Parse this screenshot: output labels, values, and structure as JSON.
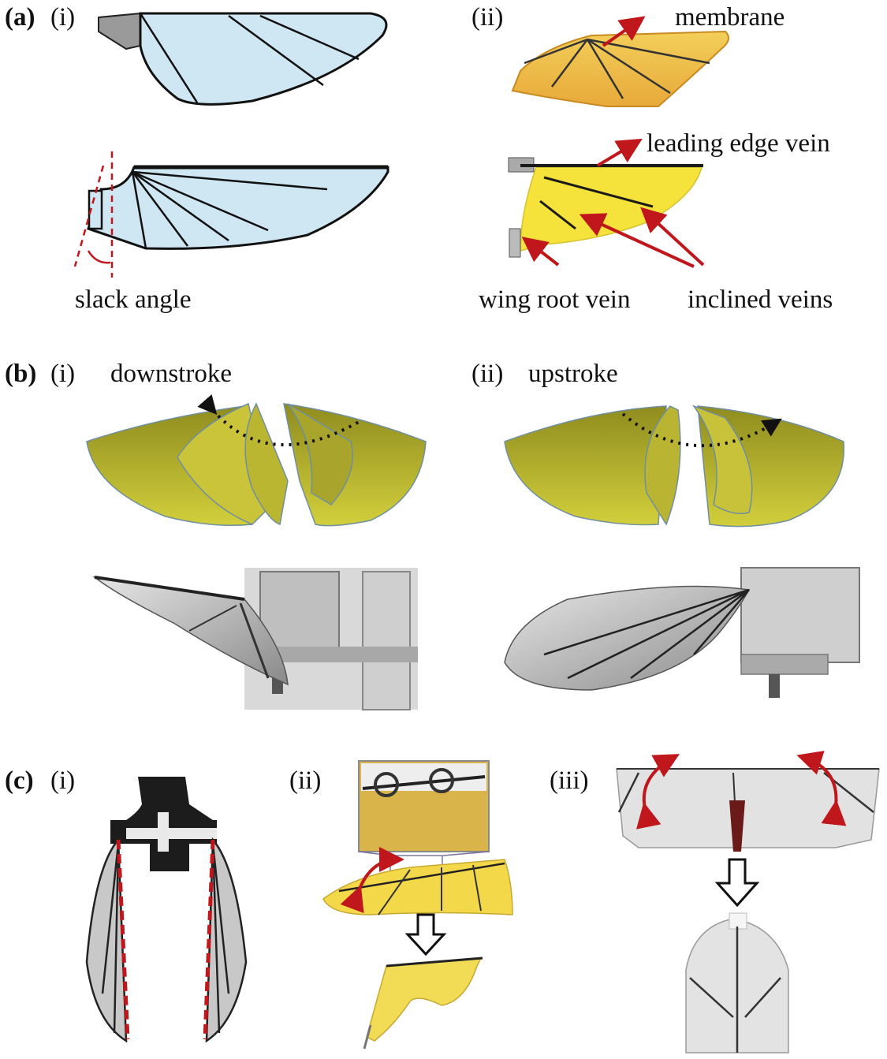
{
  "panels": {
    "a": {
      "tag": "(a)",
      "sub_i": "(i)",
      "sub_ii": "(ii)",
      "slack_angle": "slack angle",
      "membrane": "membrane",
      "leading_edge_vein": "leading edge vein",
      "wing_root_vein": "wing root vein",
      "inclined_veins": "inclined veins"
    },
    "b": {
      "tag": "(b)",
      "sub_i": "(i)",
      "sub_ii": "(ii)",
      "downstroke": "downstroke",
      "upstroke": "upstroke"
    },
    "c": {
      "tag": "(c)",
      "sub_i": "(i)",
      "sub_ii": "(ii)",
      "sub_iii": "(iii)"
    }
  },
  "colors": {
    "schematic_fill": "#cfe6f3",
    "yellow_membrane": "#f2c640",
    "bright_yellow": "#f5e23a",
    "olive_wing": "#b3b02a",
    "arrow_red": "#c0171c",
    "vein": "#1b1b1b",
    "gray_photo": "#9a9a9a"
  }
}
